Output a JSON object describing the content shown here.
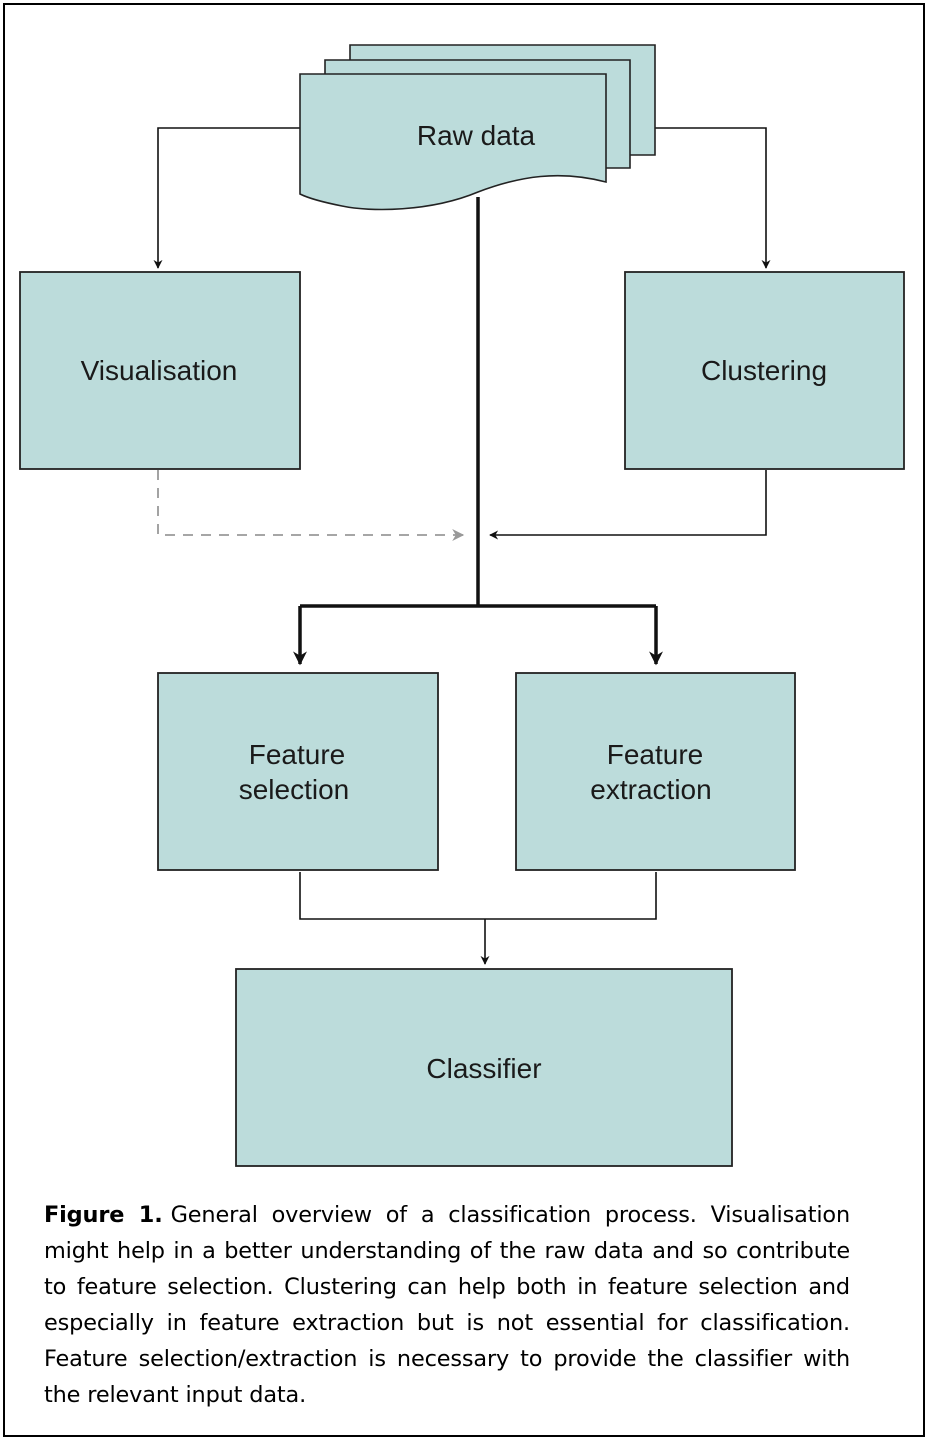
{
  "diagram": {
    "nodes": {
      "raw_data": "Raw data",
      "visualisation": "Visualisation",
      "clustering": "Clustering",
      "feature_selection": [
        "Feature",
        "selection"
      ],
      "feature_extraction": [
        "Feature",
        "extraction"
      ],
      "classifier": "Classifier"
    },
    "colors": {
      "box_fill": "#bcdcdb",
      "box_stroke": "#222222",
      "edge": "#111111",
      "dashed_edge": "#999999"
    },
    "edges": [
      {
        "from": "raw_data",
        "to": "visualisation",
        "style": "solid"
      },
      {
        "from": "raw_data",
        "to": "clustering",
        "style": "solid"
      },
      {
        "from": "raw_data",
        "to": "feature_selection",
        "style": "bold"
      },
      {
        "from": "raw_data",
        "to": "feature_extraction",
        "style": "bold"
      },
      {
        "from": "visualisation",
        "to": "feature_selection",
        "style": "dashed"
      },
      {
        "from": "clustering",
        "to": "feature_extraction",
        "style": "solid"
      },
      {
        "from": "feature_selection",
        "to": "classifier",
        "style": "solid"
      },
      {
        "from": "feature_extraction",
        "to": "classifier",
        "style": "solid"
      }
    ]
  },
  "caption": {
    "label": "Figure 1.",
    "text": "General overview of a classification process. Visualisation might help in a better understanding of the raw data and so contribute to feature selection. Clustering can help both in feature selection and especially in feature extraction but is not essential for classification. Feature selection/extraction is necessary to provide the classifier with the relevant input data."
  }
}
